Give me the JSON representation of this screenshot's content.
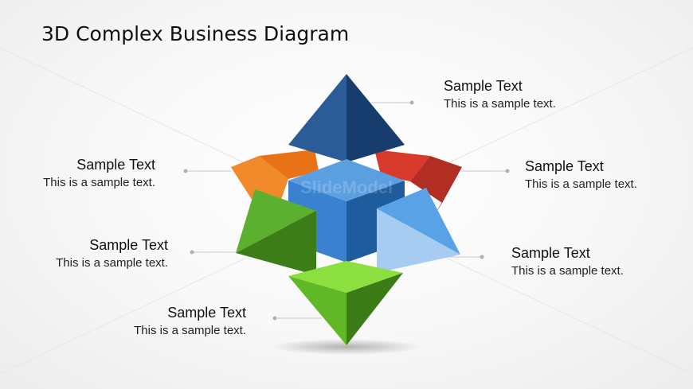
{
  "title": "3D Complex Business Diagram",
  "watermark": "SlideModel",
  "labels": [
    {
      "heading": "Sample Text",
      "text": "This is a sample text.",
      "side": "right",
      "color": "#1f4e86"
    },
    {
      "heading": "Sample Text",
      "text": "This is a sample text.",
      "side": "right",
      "color": "#d63a2c"
    },
    {
      "heading": "Sample Text",
      "text": "This is a sample text.",
      "side": "right",
      "color": "#9dc3ee"
    },
    {
      "heading": "Sample Text",
      "text": "This is a sample text.",
      "side": "left",
      "color": "#f08a2a"
    },
    {
      "heading": "Sample Text",
      "text": "This is a sample text.",
      "side": "left",
      "color": "#4a9e23"
    },
    {
      "heading": "Sample Text",
      "text": "This is a sample text.",
      "side": "left",
      "color": "#6dd22f"
    }
  ]
}
